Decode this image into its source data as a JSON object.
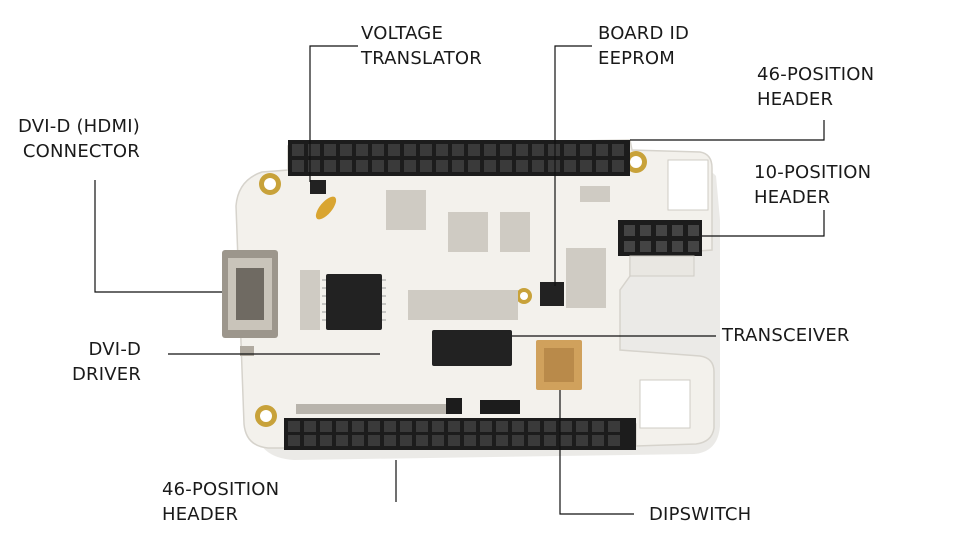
{
  "labels": {
    "voltage_translator": [
      "VOLTAGE",
      "TRANSLATOR"
    ],
    "board_id_eeprom": [
      "BOARD ID",
      "EEPROM"
    ],
    "header_46_top": [
      "46-POSITION",
      "HEADER"
    ],
    "header_10": [
      "10-POSITION",
      "HEADER"
    ],
    "dvi_connector": [
      "DVI-D (HDMI)",
      "CONNECTOR"
    ],
    "transceiver": [
      "TRANSCEIVER"
    ],
    "dvi_driver": [
      "DVI-D",
      "DRIVER"
    ],
    "header_46_bottom": [
      "46-POSITION",
      "HEADER"
    ],
    "dipswitch": [
      "DIPSWITCH"
    ]
  },
  "colors": {
    "board": "#f3f1ec",
    "header": "#1c1c1c",
    "chip": "#222222",
    "leader": "#111111",
    "hole": "#c8a23a"
  }
}
